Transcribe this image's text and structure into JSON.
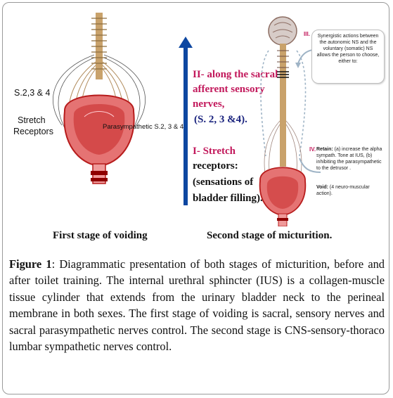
{
  "left_panel": {
    "segment_label": "S.2,3 & 4",
    "stretch_label_1": "Stretch",
    "stretch_label_2": "Receptors",
    "parasym_label": "Parasympathetic S.2, 3 & 4",
    "caption": "First stage of voiding"
  },
  "right_panel": {
    "label_ii_num": "II-",
    "label_ii_1": " along the sacral",
    "label_ii_2": "afferent sensory",
    "label_ii_3": "nerves,",
    "label_ii_4": "(S. 2, 3 &4).",
    "label_i_num": "I-",
    "label_i_1": " Stretch",
    "label_i_2": "receptors:",
    "label_i_3": "(sensations of",
    "label_i_4": "bladder filling).",
    "box_iii_num": "III.",
    "box_iii_text": "Synergistic actions between the autonomic NS and the voluntary (somatic) NS allows the person to choose, either to:",
    "iv_num": "IV.",
    "iv_retain_head": "Retain:",
    "iv_retain_text": " (a) increase the alpha sympath. Tone at IUS, (b) inhibiting the parasympathetic to the detrusor .",
    "iv_void_head": "Void:",
    "iv_void_text": " (4 neuro-muscular action).",
    "caption": "Second stage of micturition."
  },
  "figure_caption": {
    "label": "Figure 1",
    "text": ": Diagrammatic presentation of both stages of micturition, before and after toilet training. The internal urethral sphincter (IUS) is a collagen-muscle tissue cylinder that extends from the urinary bladder neck to the perineal membrane in both sexes. The first stage of voiding is sacral, sensory nerves and sacral parasympathetic nerves control. The second stage is CNS-sensory-thoraco lumbar sympathetic nerves control."
  },
  "colors": {
    "arrow_blue": "#0d47a1",
    "bladder_red": "#d9534f",
    "label_red": "#c2185b",
    "spine": "#c9a26b"
  }
}
